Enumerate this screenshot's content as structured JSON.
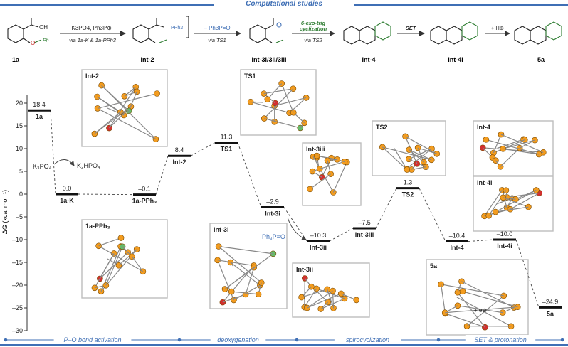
{
  "header": {
    "title": "Computational studies"
  },
  "scheme": {
    "compounds": [
      "1a",
      "Int-2",
      "Int-3i/3ii/3iii",
      "Int-4",
      "Int-4i",
      "5a"
    ],
    "step1": {
      "reagents": "K3PO4, Ph3P⊕·",
      "via": "via 1a-K & 1a-PPh3"
    },
    "step2": {
      "byproduct": "– Ph3P=O",
      "via": "via TS1"
    },
    "step3": {
      "name1": "6-exo-trig",
      "name2": "cyclization",
      "via": "via TS2"
    },
    "step4": {
      "label": "SET"
    },
    "step5": {
      "label": "+ H⊕"
    },
    "fragments": {
      "oh": "OH",
      "ph": "Ph",
      "pph3": "PPh3"
    }
  },
  "chart_data": {
    "type": "energy_profile",
    "ylabel": "ΔG (kcal mol⁻¹)",
    "ylim": [
      -30,
      20
    ],
    "yticks": [
      20,
      15,
      10,
      5,
      0,
      -5,
      -10,
      -15,
      -20,
      -25,
      -30
    ],
    "states": [
      {
        "name": "1a",
        "energy": 18.4,
        "value_label": "18.4"
      },
      {
        "name": "1a-K",
        "energy": 0.0,
        "value_label": "0.0"
      },
      {
        "name": "1a-PPh₃",
        "energy": -0.1,
        "value_label": "–0.1"
      },
      {
        "name": "Int-2",
        "energy": 8.4,
        "value_label": "8.4"
      },
      {
        "name": "TS1",
        "energy": 11.3,
        "value_label": "11.3"
      },
      {
        "name": "Int-3i",
        "energy": -2.9,
        "value_label": "–2.9"
      },
      {
        "name": "Int-3ii",
        "energy": -10.3,
        "value_label": "–10.3"
      },
      {
        "name": "Int-3iii",
        "energy": -7.5,
        "value_label": "–7.5"
      },
      {
        "name": "TS2",
        "energy": 1.3,
        "value_label": "1.3"
      },
      {
        "name": "Int-4",
        "energy": -10.4,
        "value_label": "–10.4"
      },
      {
        "name": "Int-4i",
        "energy": -10.0,
        "value_label": "–10.0"
      },
      {
        "name": "5a",
        "energy": -24.9,
        "value_label": "–24.9"
      }
    ],
    "annotations": [
      "K₃PO₄",
      "K₂HPO₄",
      "Ph₃P=O",
      "+ e⊖"
    ],
    "structure_labels": [
      "Int-2",
      "1a-PPh₃",
      "TS1",
      "Int-3i",
      "Int-3iii",
      "Int-3ii",
      "TS2",
      "Int-4",
      "Int-4i",
      "5a"
    ],
    "phases": [
      "P–O bond activation",
      "deoxygenation",
      "spirocyclization",
      "SET & protonation"
    ]
  }
}
